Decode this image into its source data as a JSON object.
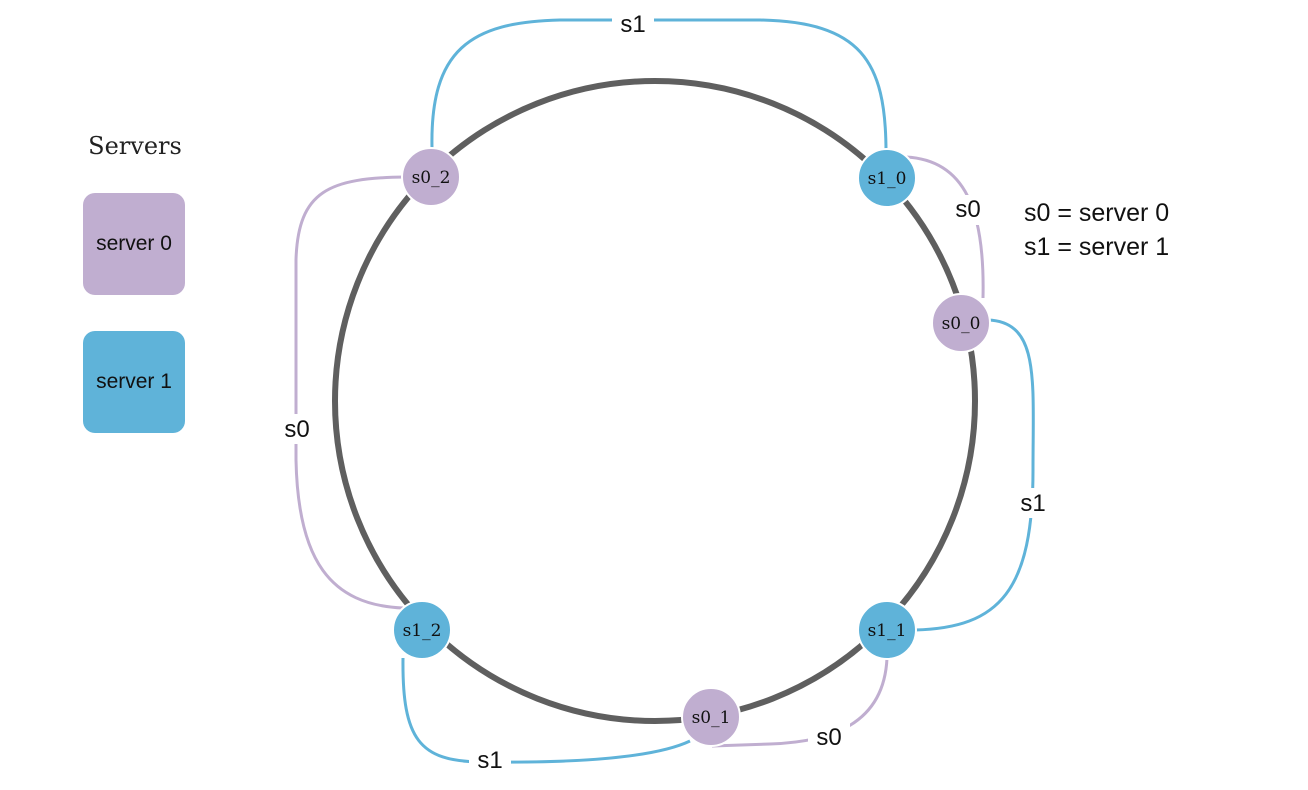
{
  "legend": {
    "title": "Servers",
    "items": [
      {
        "label": "server 0",
        "color": "#c0aed0"
      },
      {
        "label": "server 1",
        "color": "#5fb3d9"
      }
    ]
  },
  "key": {
    "line0": "s0 = server 0",
    "line1": "s1 = server 1"
  },
  "ring": {
    "color": "#5f5f5f"
  },
  "nodes": [
    {
      "id": "s0_2",
      "label": "s0_2",
      "server": 0
    },
    {
      "id": "s1_0",
      "label": "s1_0",
      "server": 1
    },
    {
      "id": "s0_0",
      "label": "s0_0",
      "server": 0
    },
    {
      "id": "s1_1",
      "label": "s1_1",
      "server": 1
    },
    {
      "id": "s0_1",
      "label": "s0_1",
      "server": 0
    },
    {
      "id": "s1_2",
      "label": "s1_2",
      "server": 1
    }
  ],
  "connectors": [
    {
      "label": "s1",
      "server": 1,
      "from": "s0_2",
      "to": "s1_0"
    },
    {
      "label": "s0",
      "server": 0,
      "from": "s1_0",
      "to": "s0_0"
    },
    {
      "label": "s1",
      "server": 1,
      "from": "s0_0",
      "to": "s1_1"
    },
    {
      "label": "s0",
      "server": 0,
      "from": "s1_1",
      "to": "s0_1"
    },
    {
      "label": "s1",
      "server": 1,
      "from": "s0_1",
      "to": "s1_2"
    },
    {
      "label": "s0",
      "server": 0,
      "from": "s1_2",
      "to": "s0_2"
    }
  ]
}
